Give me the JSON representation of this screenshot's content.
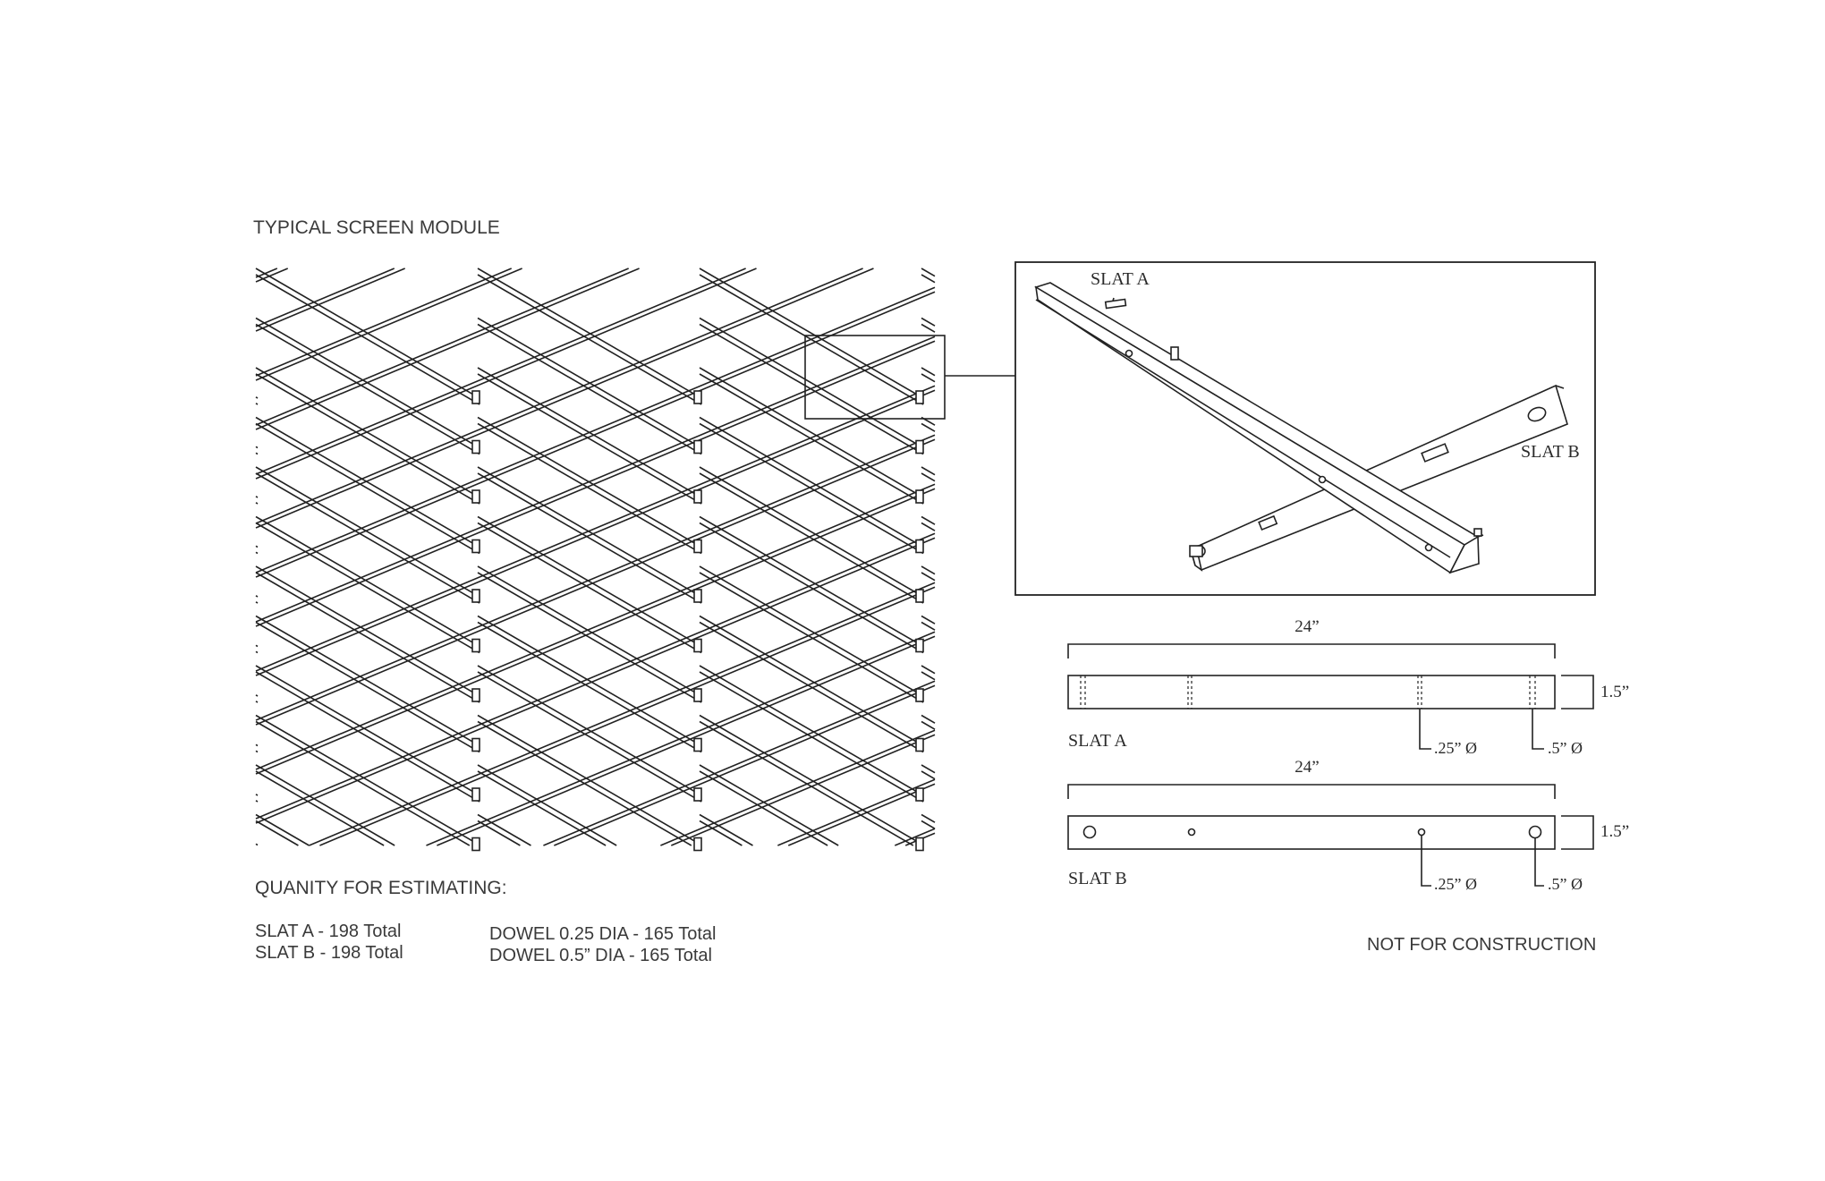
{
  "module": {
    "title": "TYPICAL SCREEN MODULE"
  },
  "quantities": {
    "heading": "QUANITY FOR ESTIMATING:",
    "slat_a": "SLAT A - 198 Total",
    "slat_b": "SLAT B - 198 Total",
    "dowel_small": "DOWEL 0.25 DIA - 165 Total",
    "dowel_large": "DOWEL 0.5” DIA - 165 Total"
  },
  "detail": {
    "slat_a_label": "SLAT A",
    "slat_b_label": "SLAT B"
  },
  "elevation_a": {
    "length": "24”",
    "height": "1.5”",
    "label": "SLAT A",
    "small_hole": ".25” Ø",
    "large_hole": ".5” Ø"
  },
  "elevation_b": {
    "length": "24”",
    "height": "1.5”",
    "label": "SLAT B",
    "small_hole": ".25” Ø",
    "large_hole": ".5” Ø"
  },
  "notice": "NOT FOR CONSTRUCTION",
  "colors": {
    "line": "#222222",
    "text": "#333333",
    "background": "#ffffff"
  }
}
